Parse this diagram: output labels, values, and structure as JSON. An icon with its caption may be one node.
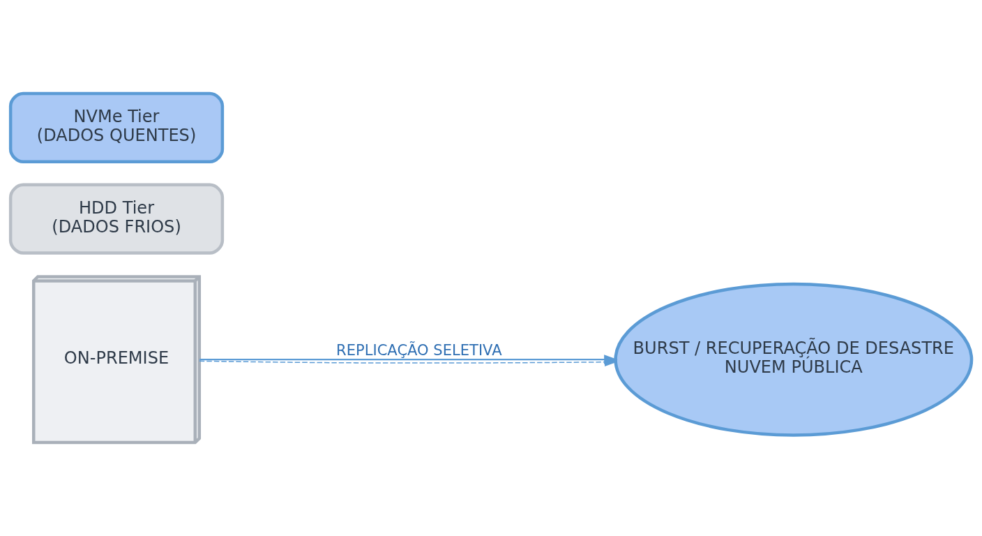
{
  "diagram": {
    "nodes": [
      {
        "text": [
          "ON-PREMISE"
        ]
      },
      {
        "text": [
          "NVMe Tier",
          "(DADOS QUENTES)"
        ]
      },
      {
        "text": [
          "HDD Tier",
          "(DADOS FRIOS)"
        ]
      },
      {
        "text": [
          "BURST / RECUPERAÇÃO DE DESASTRE",
          "NUVEM PÚBLICA"
        ]
      }
    ],
    "edges": [
      {
        "from": 0,
        "to": 3,
        "arrow": "to",
        "label": "REPLICAÇÃO SELETIVA",
        "color": "#5b9bd5"
      },
      {
        "from": 0,
        "to": 3,
        "arrow": "to",
        "style": "dashed",
        "color": "#5b9bd5"
      }
    ]
  }
}
